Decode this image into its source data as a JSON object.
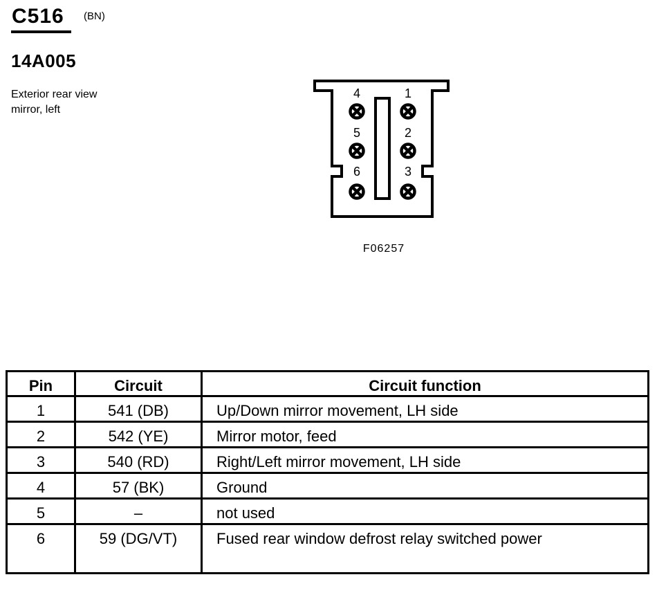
{
  "header": {
    "connector_id": "C516",
    "connector_code": "(BN)",
    "part_number": "14A005",
    "description_line1": "Exterior rear view",
    "description_line2": "mirror, left"
  },
  "diagram": {
    "caption": "F06257",
    "pin_numbers": {
      "left": [
        "4",
        "5",
        "6"
      ],
      "right": [
        "1",
        "2",
        "3"
      ]
    }
  },
  "table": {
    "headers": [
      "Pin",
      "Circuit",
      "Circuit function"
    ],
    "rows": [
      [
        "1",
        "541 (DB)",
        "Up/Down mirror movement, LH side"
      ],
      [
        "2",
        "542 (YE)",
        "Mirror motor, feed"
      ],
      [
        "3",
        "540 (RD)",
        "Right/Left mirror movement, LH side"
      ],
      [
        "4",
        "57 (BK)",
        "Ground"
      ],
      [
        "5",
        "–",
        "not used"
      ],
      [
        "6",
        "59 (DG/VT)",
        "Fused rear window defrost relay switched power"
      ]
    ]
  },
  "colors": {
    "ink": "#000000",
    "paper": "#ffffff"
  }
}
